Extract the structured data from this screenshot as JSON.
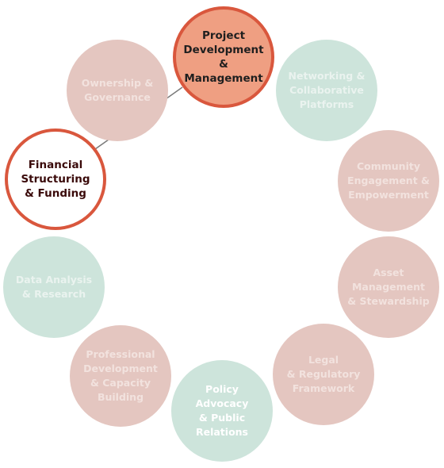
{
  "colors": {
    "accent": "#d9573d",
    "active_fill": "#ef9f82",
    "pink": "#e4c6c0",
    "green": "#cde4db",
    "connector": "#7a7a7a"
  },
  "nodes": [
    {
      "id": "project-development",
      "label": "Project\nDevelopment\n& Management",
      "state": "active"
    },
    {
      "id": "networking",
      "label": "Networking &\nCollaborative\nPlatforms",
      "state": "muted",
      "tone": "green"
    },
    {
      "id": "community-engagement",
      "label": "Community\nEngagement &\nEmpowerment",
      "state": "muted",
      "tone": "pink"
    },
    {
      "id": "asset-management",
      "label": "Asset\nManagement\n& Stewardship",
      "state": "muted",
      "tone": "pink"
    },
    {
      "id": "legal-regulatory",
      "label": "Legal\n& Regulatory\nFramework",
      "state": "muted",
      "tone": "pink"
    },
    {
      "id": "policy-advocacy",
      "label": "Policy\nAdvocacy\n& Public\nRelations",
      "state": "muted",
      "tone": "green"
    },
    {
      "id": "professional-development",
      "label": "Professional\nDevelopment\n& Capacity\nBuilding",
      "state": "muted",
      "tone": "pink"
    },
    {
      "id": "data-analysis",
      "label": "Data Analysis\n& Research",
      "state": "muted",
      "tone": "green"
    },
    {
      "id": "financial-structuring",
      "label": "Financial\nStructuring\n& Funding",
      "state": "selected"
    },
    {
      "id": "ownership-governance",
      "label": "Ownership &\nGovernance",
      "state": "muted",
      "tone": "pink"
    }
  ],
  "connection": {
    "from": "project-development",
    "to": "financial-structuring"
  }
}
